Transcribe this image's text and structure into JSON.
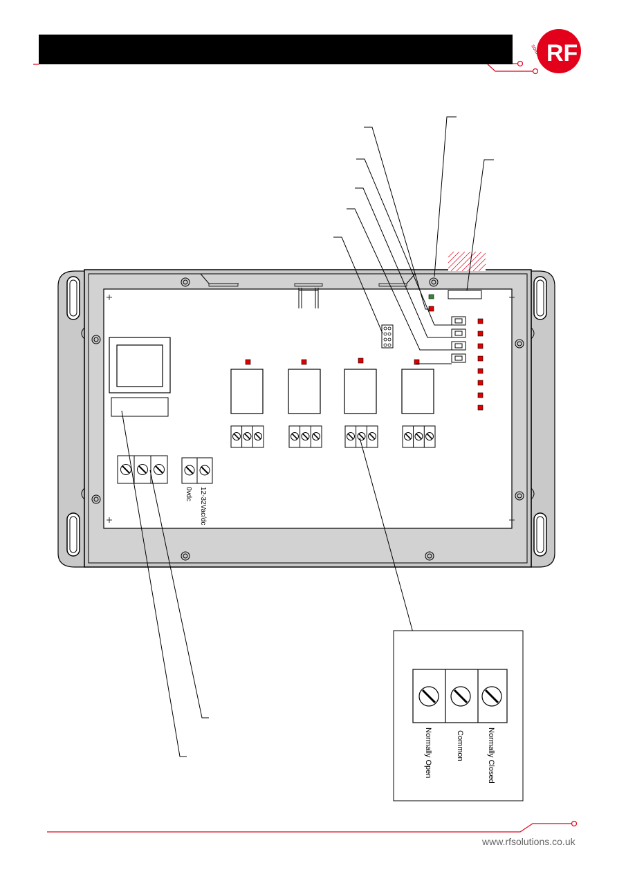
{
  "footer": {
    "website": "www.rfsolutions.co.uk"
  },
  "logo": {
    "mark": "RF",
    "text": "solutions"
  },
  "board": {
    "power_terminals": [
      "0vdc",
      "12-32Vac/dc"
    ]
  },
  "relay_detail": {
    "contacts": [
      "Normally Open",
      "Common",
      "Normally Closed"
    ]
  },
  "colors": {
    "brand_red": "#e3001b",
    "led_red": "#e00000",
    "led_green": "#2e8b2e",
    "enclosure_grey": "#c9c9c9",
    "header_bar": "#000000"
  }
}
